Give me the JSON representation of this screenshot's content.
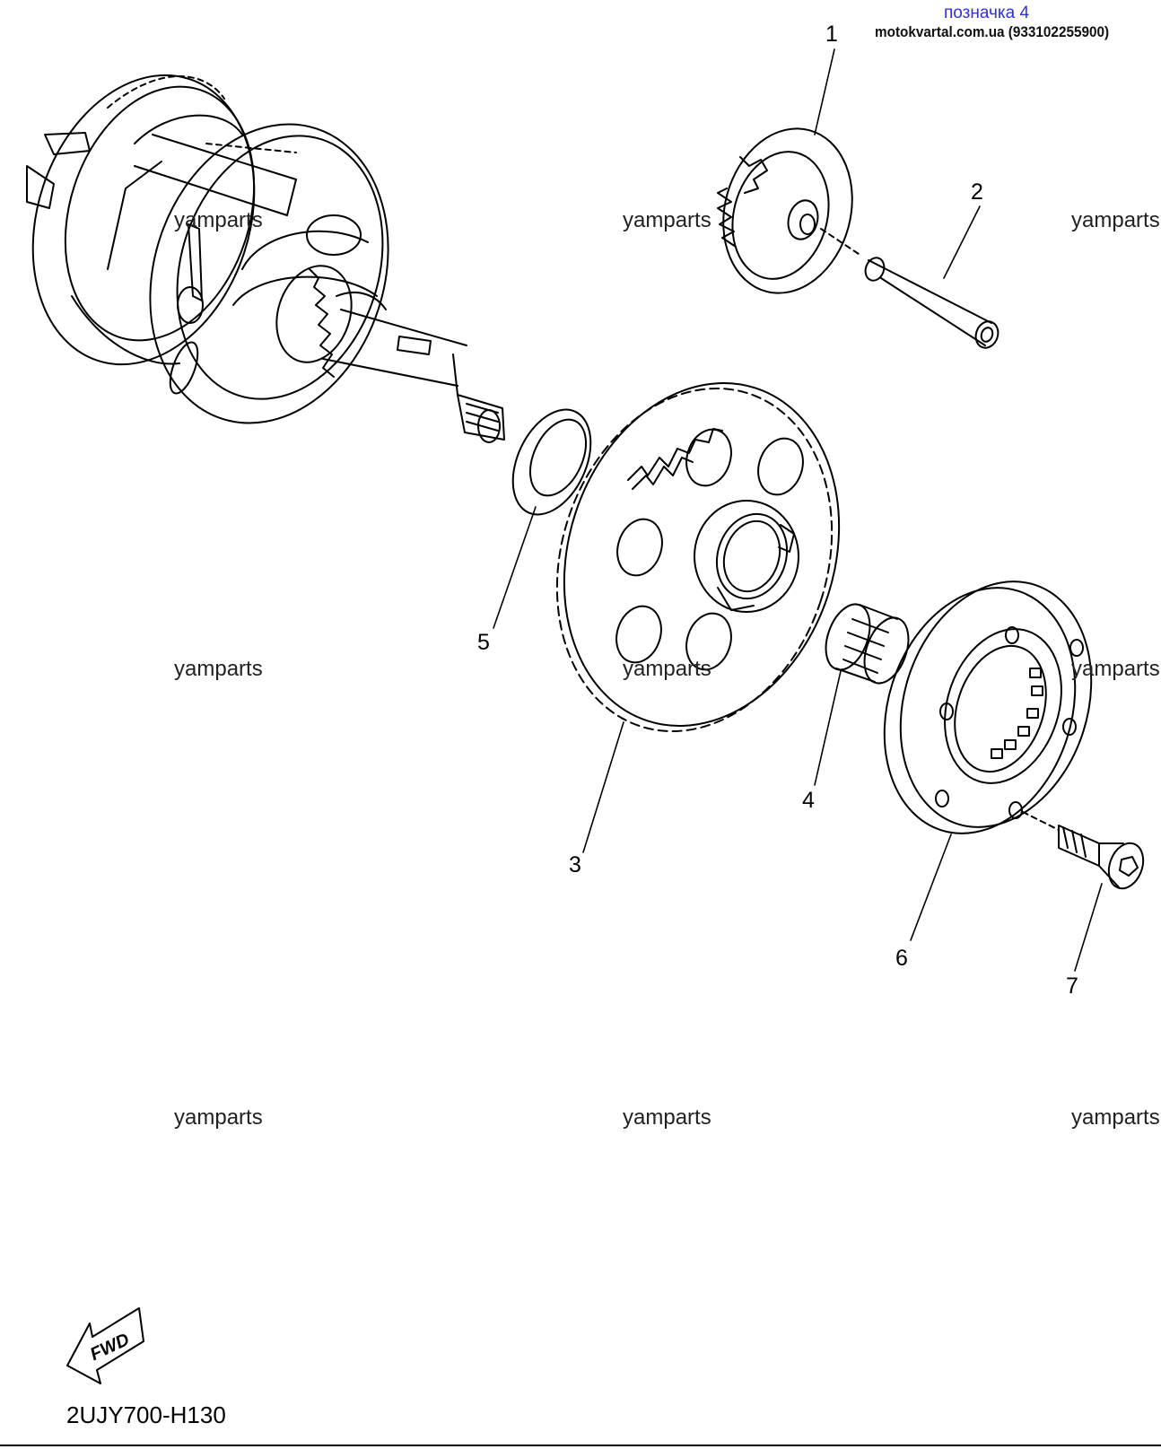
{
  "header": {
    "badge": "позначка 4",
    "site": "motokvartal.com.ua (933102255900)"
  },
  "watermarks": [
    "yamparts",
    "yamparts",
    "yamparts",
    "yamparts",
    "yamparts",
    "yamparts",
    "yamparts",
    "yamparts",
    "yamparts"
  ],
  "callouts": [
    "1",
    "2",
    "3",
    "4",
    "5",
    "6",
    "7"
  ],
  "fwd_label": "FWD",
  "diagram_code": "2UJY700-H130"
}
